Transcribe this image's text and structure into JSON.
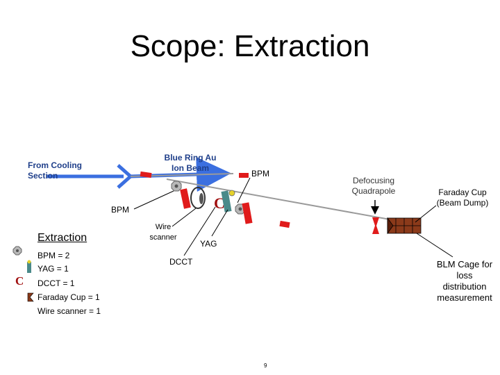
{
  "title": "Scope: Extraction",
  "labels": {
    "from_cooling": "From Cooling Section",
    "blue_ring": "Blue Ring Au Ion Beam",
    "bpm_top": "BPM",
    "bpm_left": "BPM",
    "defocusing": "Defocusing Quadrapole",
    "faraday_cup": "Faraday Cup (Beam Dump)",
    "wire_scanner": "Wire scanner",
    "yag": "YAG",
    "dcct": "DCCT",
    "blm_cage": "BLM Cage for loss distribution measurement"
  },
  "legend": {
    "title": "Extraction",
    "items": [
      {
        "text": "BPM = 2",
        "icon": "bpm-icon"
      },
      {
        "text": "YAG = 1",
        "icon": "yag-icon"
      },
      {
        "text": "DCCT = 1",
        "icon": "dcct-icon"
      },
      {
        "text": "Faraday Cup = 1",
        "icon": "faraday-cup-icon"
      },
      {
        "text": "Wire scanner = 1",
        "icon": "none"
      }
    ]
  },
  "page_number": "9",
  "colors": {
    "beam_arrow": "#3b6fe0",
    "magnet_red": "#e01b1b",
    "beam_pipe": "#9a9a9a",
    "faraday_brown": "#8b3a1a",
    "yag_green": "#4a8a8a",
    "label_blue": "#1f3f8a"
  }
}
